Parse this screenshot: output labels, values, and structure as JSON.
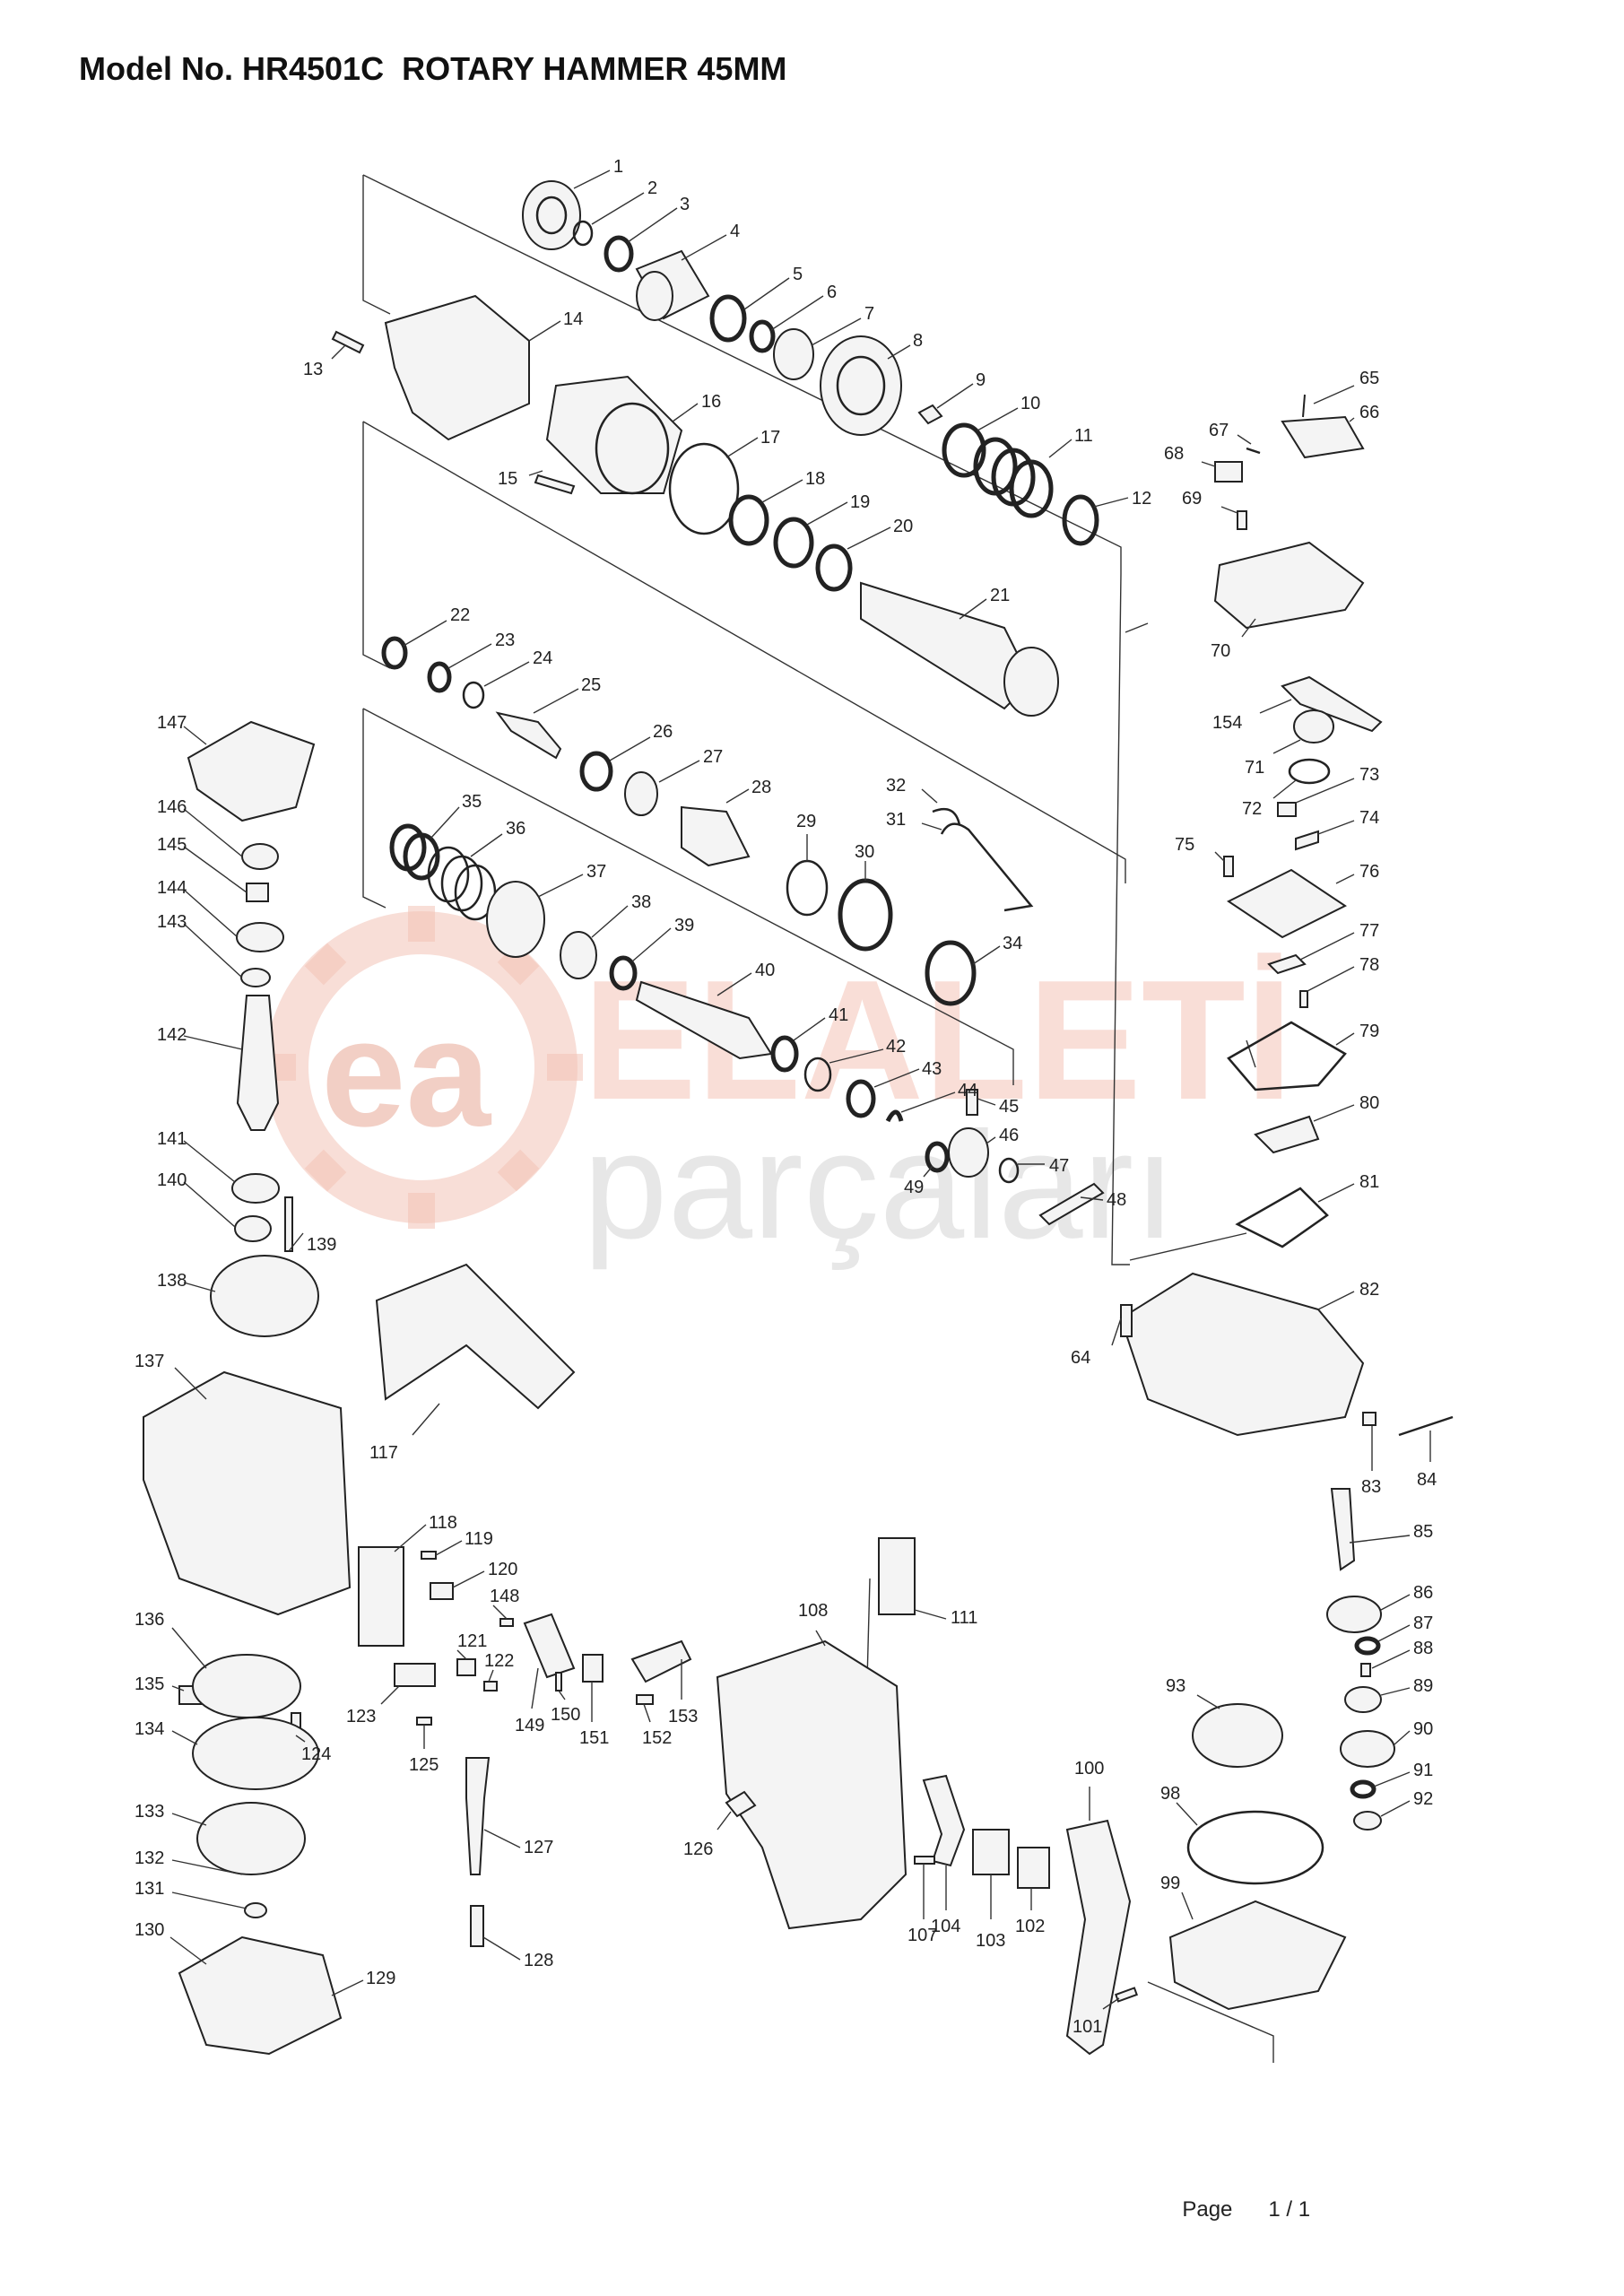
{
  "title": "Model No. HR4501C  ROTARY HAMMER 45MM",
  "watermark": {
    "line1": "ELALETİ",
    "line2": "parçaları",
    "logo_text": "ea",
    "accent_color": "#e8826a",
    "gray_color": "#c8c8c8"
  },
  "footer": {
    "page_label": "Page",
    "page_number": "1 / 1"
  },
  "parts": {
    "p1": "1",
    "p2": "2",
    "p3": "3",
    "p4": "4",
    "p5": "5",
    "p6": "6",
    "p7": "7",
    "p8": "8",
    "p9": "9",
    "p10": "10",
    "p11": "11",
    "p12": "12",
    "p13": "13",
    "p14": "14",
    "p15": "15",
    "p16": "16",
    "p17": "17",
    "p18": "18",
    "p19": "19",
    "p20": "20",
    "p21": "21",
    "p22": "22",
    "p23": "23",
    "p24": "24",
    "p25": "25",
    "p26": "26",
    "p27": "27",
    "p28": "28",
    "p29": "29",
    "p30": "30",
    "p31": "31",
    "p32": "32",
    "p34": "34",
    "p35": "35",
    "p36": "36",
    "p37": "37",
    "p38": "38",
    "p39": "39",
    "p40": "40",
    "p41": "41",
    "p42": "42",
    "p43": "43",
    "p44": "44",
    "p45": "45",
    "p46": "46",
    "p47": "47",
    "p48": "48",
    "p49": "49",
    "p64": "64",
    "p65": "65",
    "p66": "66",
    "p67": "67",
    "p68": "68",
    "p69": "69",
    "p70": "70",
    "p71": "71",
    "p72": "72",
    "p73": "73",
    "p74": "74",
    "p75": "75",
    "p76": "76",
    "p77": "77",
    "p78": "78",
    "p79": "79",
    "p80": "80",
    "p81": "81",
    "p82": "82",
    "p83": "83",
    "p84": "84",
    "p85": "85",
    "p86": "86",
    "p87": "87",
    "p88": "88",
    "p89": "89",
    "p90": "90",
    "p91": "91",
    "p92": "92",
    "p93": "93",
    "p98": "98",
    "p99": "99",
    "p100": "100",
    "p101": "101",
    "p102": "102",
    "p103": "103",
    "p104": "104",
    "p107": "107",
    "p108": "108",
    "p111": "111",
    "p117": "117",
    "p118": "118",
    "p119": "119",
    "p120": "120",
    "p121": "121",
    "p122": "122",
    "p123": "123",
    "p124": "124",
    "p125": "125",
    "p126": "126",
    "p127": "127",
    "p128": "128",
    "p129": "129",
    "p130": "130",
    "p131": "131",
    "p132": "132",
    "p133": "133",
    "p134": "134",
    "p135": "135",
    "p136": "136",
    "p137": "137",
    "p138": "138",
    "p139": "139",
    "p140": "140",
    "p141": "141",
    "p142": "142",
    "p143": "143",
    "p144": "144",
    "p145": "145",
    "p146": "146",
    "p147": "147",
    "p148": "148",
    "p149": "149",
    "p150": "150",
    "p151": "151",
    "p152": "152",
    "p153": "153",
    "p154": "154"
  }
}
